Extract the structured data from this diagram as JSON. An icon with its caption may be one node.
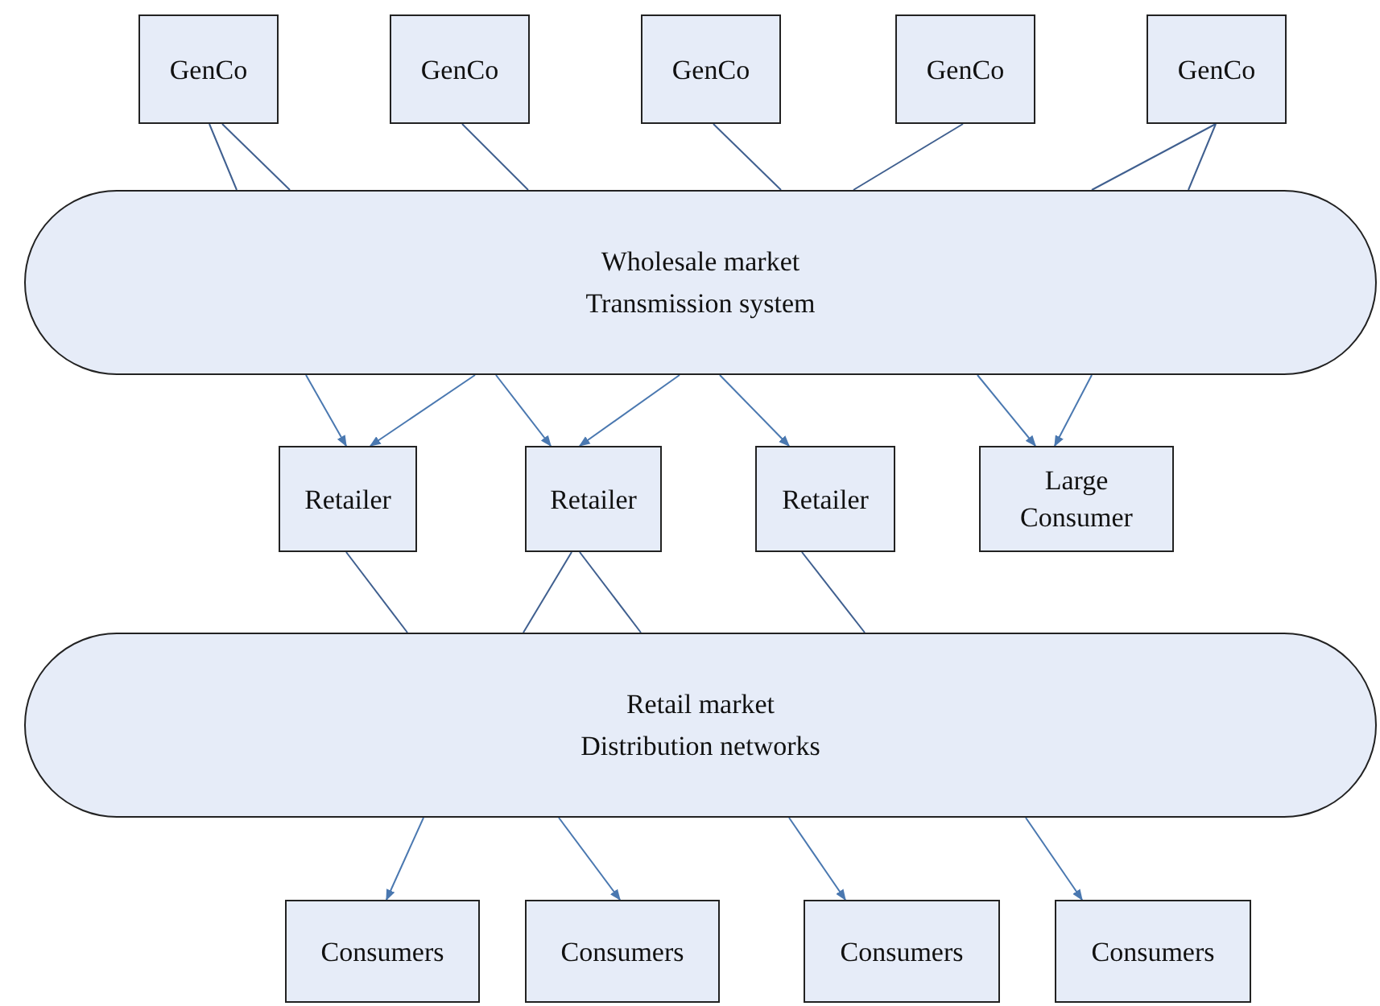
{
  "diagram": {
    "nodes": [
      {
        "text": [
          "GenCo"
        ]
      },
      {
        "text": [
          "GenCo"
        ]
      },
      {
        "text": [
          "GenCo"
        ]
      },
      {
        "text": [
          "GenCo"
        ]
      },
      {
        "text": [
          "GenCo"
        ]
      },
      {
        "text": [
          "Wholesale market",
          "Transmission system"
        ]
      },
      {
        "text": [
          "Retailer"
        ]
      },
      {
        "text": [
          "Retailer"
        ]
      },
      {
        "text": [
          "Retailer"
        ]
      },
      {
        "text": [
          "Large Consumer"
        ]
      },
      {
        "text": [
          "Retail market",
          "Distribution networks"
        ]
      },
      {
        "text": [
          "Consumers"
        ]
      },
      {
        "text": [
          "Consumers"
        ]
      },
      {
        "text": [
          "Consumers"
        ]
      },
      {
        "text": [
          "Consumers"
        ]
      }
    ],
    "edges": [
      {
        "from": 0,
        "to": 5,
        "arrow": "none"
      },
      {
        "from": 0,
        "to": 5,
        "arrow": "none"
      },
      {
        "from": 1,
        "to": 5,
        "arrow": "none"
      },
      {
        "from": 2,
        "to": 5,
        "arrow": "none"
      },
      {
        "from": 3,
        "to": 5,
        "arrow": "none"
      },
      {
        "from": 4,
        "to": 5,
        "arrow": "none"
      },
      {
        "from": 4,
        "to": 5,
        "arrow": "none"
      },
      {
        "from": 5,
        "to": 6,
        "arrow": "to"
      },
      {
        "from": 5,
        "to": 6,
        "arrow": "to"
      },
      {
        "from": 5,
        "to": 7,
        "arrow": "to"
      },
      {
        "from": 5,
        "to": 7,
        "arrow": "to"
      },
      {
        "from": 5,
        "to": 8,
        "arrow": "to"
      },
      {
        "from": 5,
        "to": 9,
        "arrow": "to"
      },
      {
        "from": 5,
        "to": 9,
        "arrow": "to"
      },
      {
        "from": 6,
        "to": 10,
        "arrow": "none"
      },
      {
        "from": 7,
        "to": 10,
        "arrow": "none"
      },
      {
        "from": 7,
        "to": 10,
        "arrow": "none"
      },
      {
        "from": 8,
        "to": 10,
        "arrow": "none"
      },
      {
        "from": 10,
        "to": 11,
        "arrow": "to"
      },
      {
        "from": 10,
        "to": 12,
        "arrow": "to"
      },
      {
        "from": 10,
        "to": 13,
        "arrow": "to"
      },
      {
        "from": 10,
        "to": 14,
        "arrow": "to"
      }
    ]
  }
}
